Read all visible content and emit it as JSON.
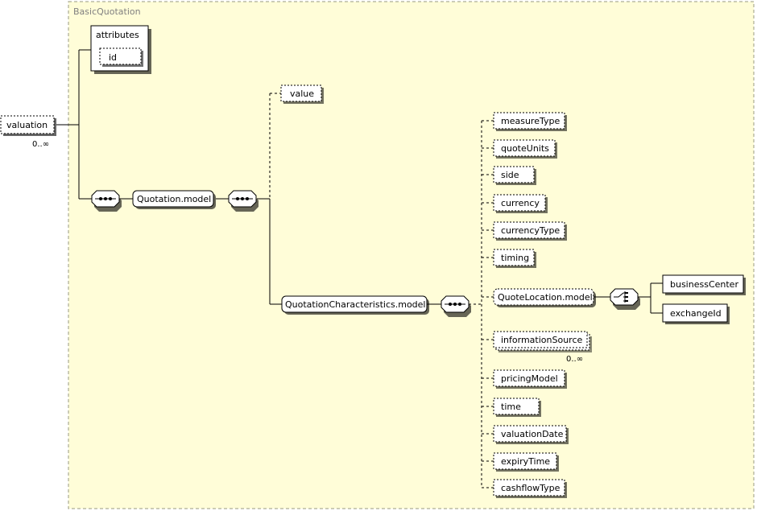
{
  "group": {
    "title": "BasicQuotation"
  },
  "attributes": {
    "title": "attributes",
    "items": [
      "id"
    ]
  },
  "root": {
    "label": "valuation",
    "cardinality": "0..∞"
  },
  "quotation_model": {
    "label": "Quotation.model"
  },
  "value": {
    "label": "value"
  },
  "characteristics_model": {
    "label": "QuotationCharacteristics.model"
  },
  "characteristics_items": [
    {
      "label": "measureType"
    },
    {
      "label": "quoteUnits"
    },
    {
      "label": "side"
    },
    {
      "label": "currency"
    },
    {
      "label": "currencyType"
    },
    {
      "label": "timing"
    },
    {
      "label": "QuoteLocation.model"
    },
    {
      "label": "informationSource",
      "cardinality": "0..∞"
    },
    {
      "label": "pricingModel"
    },
    {
      "label": "time"
    },
    {
      "label": "valuationDate"
    },
    {
      "label": "expiryTime"
    },
    {
      "label": "cashflowType"
    }
  ],
  "location_choices": [
    {
      "label": "businessCenter"
    },
    {
      "label": "exchangeId"
    }
  ]
}
